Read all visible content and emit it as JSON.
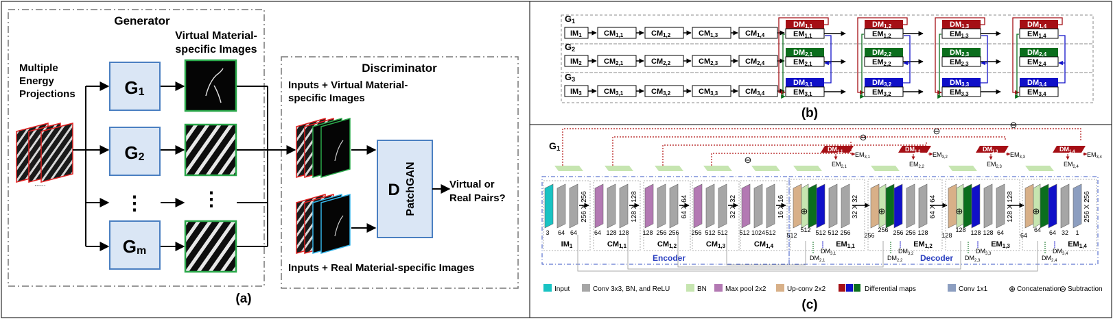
{
  "panel_a": {
    "generator_title": "Generator",
    "virtual_title_1": "Virtual Material-",
    "virtual_title_2": "specific Images",
    "input_label_1": "Multiple",
    "input_label_2": "Energy",
    "input_label_3": "Projections",
    "generators": [
      {
        "g": "G",
        "sub": "1"
      },
      {
        "g": "G",
        "sub": "2"
      },
      {
        "g": "G",
        "sub": "m"
      }
    ],
    "dots": "⋮",
    "discriminator_title": "Discriminator",
    "inputs_virtual_1": "Inputs + Virtual Material-",
    "inputs_virtual_2": "specific Images",
    "inputs_real": "Inputs + Real Material-specific Images",
    "d_label": "D",
    "patchgan": "PatchGAN",
    "output_1": "Virtual or",
    "output_2": "Real Pairs?",
    "caption": "(a)"
  },
  "panel_b": {
    "caption": "(b)",
    "rows": [
      {
        "g": "G",
        "gsub": "1",
        "im": "IM",
        "imsub": "1",
        "cm": [
          [
            "CM",
            "1,1"
          ],
          [
            "CM",
            "1,2"
          ],
          [
            "CM",
            "1,3"
          ],
          [
            "CM",
            "1,4"
          ]
        ]
      },
      {
        "g": "G",
        "gsub": "2",
        "im": "IM",
        "imsub": "2",
        "cm": [
          [
            "CM",
            "2,1"
          ],
          [
            "CM",
            "2,2"
          ],
          [
            "CM",
            "2,3"
          ],
          [
            "CM",
            "2,4"
          ]
        ]
      },
      {
        "g": "G",
        "gsub": "3",
        "im": "IM",
        "imsub": "3",
        "cm": [
          [
            "CM",
            "3,1"
          ],
          [
            "CM",
            "3,2"
          ],
          [
            "CM",
            "3,3"
          ],
          [
            "CM",
            "3,4"
          ]
        ]
      }
    ],
    "stages": [
      {
        "dm": [
          [
            "DM",
            "1,1"
          ],
          [
            "DM",
            "2,1"
          ],
          [
            "DM",
            "3,1"
          ]
        ],
        "em": [
          [
            "EM",
            "1,1"
          ],
          [
            "EM",
            "2,1"
          ],
          [
            "EM",
            "3,1"
          ]
        ]
      },
      {
        "dm": [
          [
            "DM",
            "1,2"
          ],
          [
            "DM",
            "2,2"
          ],
          [
            "DM",
            "3,2"
          ]
        ],
        "em": [
          [
            "EM",
            "1,2"
          ],
          [
            "EM",
            "2,2"
          ],
          [
            "EM",
            "3,2"
          ]
        ]
      },
      {
        "dm": [
          [
            "DM",
            "1,3"
          ],
          [
            "DM",
            "2,3"
          ],
          [
            "DM",
            "3,3"
          ]
        ],
        "em": [
          [
            "EM",
            "1,3"
          ],
          [
            "EM",
            "2,3"
          ],
          [
            "EM",
            "3,3"
          ]
        ]
      },
      {
        "dm": [
          [
            "DM",
            "1,4"
          ],
          [
            "DM",
            "2,4"
          ],
          [
            "DM",
            "3,4"
          ]
        ],
        "em": [
          [
            "EM",
            "1,4"
          ],
          [
            "EM",
            "2,4"
          ],
          [
            "EM",
            "3,4"
          ]
        ]
      }
    ],
    "colors": {
      "row1": "#a50f15",
      "row2": "#0b6e1d",
      "row3": "#1010c8"
    }
  },
  "panel_c": {
    "caption": "(c)",
    "title": "G",
    "title_sub": "1",
    "encoder_label": "Encoder",
    "decoder_label": "Decoder",
    "blocks": [
      {
        "name": "IM",
        "sub": "1",
        "size": "256 X 256",
        "nums": [
          "3",
          "64",
          "64"
        ]
      },
      {
        "name": "CM",
        "sub": "1,1",
        "size": "128 X 128",
        "nums": [
          "64",
          "128",
          "128"
        ]
      },
      {
        "name": "CM",
        "sub": "1,2",
        "size": "64 X 64",
        "nums": [
          "128",
          "256",
          "256"
        ]
      },
      {
        "name": "CM",
        "sub": "1,3",
        "size": "32 X 32",
        "nums": [
          "256",
          "512",
          "512"
        ]
      },
      {
        "name": "CM",
        "sub": "1,4",
        "size": "16 X 16",
        "nums": [
          "512",
          "1024",
          "512"
        ]
      },
      {
        "name": "EM",
        "sub": "1,1",
        "size": "32 X 32",
        "nums": [
          "512",
          "512",
          "512",
          "512",
          "256"
        ]
      },
      {
        "name": "EM",
        "sub": "1,2",
        "size": "64 X 64",
        "nums": [
          "256",
          "256",
          "256",
          "256",
          "128"
        ]
      },
      {
        "name": "EM",
        "sub": "1,3",
        "size": "128 X 128",
        "nums": [
          "128",
          "128",
          "128",
          "128",
          "64"
        ]
      },
      {
        "name": "EM",
        "sub": "1,4",
        "size": "256 X 256",
        "nums": [
          "64",
          "64",
          "64",
          "32",
          "1"
        ]
      }
    ],
    "dm_top": [
      {
        "dm": [
          "DM",
          "1,1"
        ],
        "em_right": [
          "EM",
          "3,1"
        ],
        "em_below": [
          "EM",
          "2,1"
        ]
      },
      {
        "dm": [
          "DM",
          "1,2"
        ],
        "em_right": [
          "EM",
          "3,2"
        ],
        "em_below": [
          "EM",
          "2,2"
        ]
      },
      {
        "dm": [
          "DM",
          "1,3"
        ],
        "em_right": [
          "EM",
          "3,3"
        ],
        "em_below": [
          "EM",
          "2,3"
        ]
      },
      {
        "dm": [
          "DM",
          "1,4"
        ],
        "em_right": [
          "EM",
          "3,4"
        ],
        "em_below": [
          "EM",
          "2,4"
        ]
      }
    ],
    "dm_bottom": [
      {
        "a": [
          "DM",
          "2,1"
        ],
        "b": [
          "DM",
          "3,1"
        ]
      },
      {
        "a": [
          "DM",
          "2,2"
        ],
        "b": [
          "DM",
          "3,2"
        ]
      },
      {
        "a": [
          "DM",
          "2,3"
        ],
        "b": [
          "DM",
          "3,3"
        ]
      },
      {
        "a": [
          "DM",
          "2,4"
        ],
        "b": [
          "DM",
          "3,4"
        ]
      }
    ],
    "legend": [
      {
        "label": "Input",
        "color": "#19c3c3"
      },
      {
        "label": "Conv 3x3, BN, and ReLU",
        "color": "#a6a6a6"
      },
      {
        "label": "BN",
        "color": "#c6e5b0"
      },
      {
        "label": "Max pool 2x2",
        "color": "#b379b3"
      },
      {
        "label": "Up-conv 2x2",
        "color": "#d8b088"
      },
      {
        "label": "Differential maps",
        "color": "#a50f15"
      },
      {
        "label": "Conv 1x1",
        "color": "#8c9ec0"
      },
      {
        "label": "Concatenation",
        "symbol": "⊕"
      },
      {
        "label": "Subtraction",
        "symbol": "⊖"
      }
    ],
    "dm_colors": [
      "#a50f15",
      "#1010c8",
      "#0b6e1d"
    ]
  }
}
